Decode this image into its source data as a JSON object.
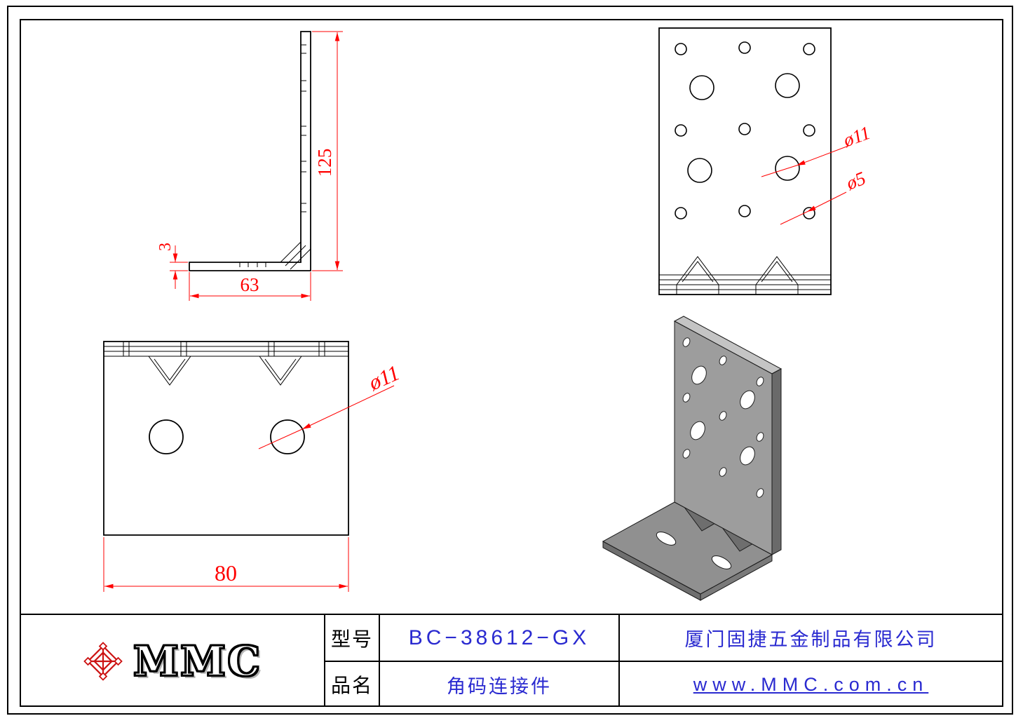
{
  "page": {
    "background": "#ffffff",
    "frame_color": "#000000"
  },
  "drawing": {
    "dimension_color": "#ff0000",
    "outline_color": "#000000",
    "iso_fill": "#9a9a9a",
    "side_view": {
      "height": "125",
      "width": "63",
      "thickness": "3"
    },
    "front_view": {
      "large_hole": "ø11",
      "small_hole": "ø5"
    },
    "top_view": {
      "width": "80",
      "hole": "ø11"
    }
  },
  "title_block": {
    "logo_text": "MMC",
    "model_label": "型号",
    "model_value": "BC−38612−GX",
    "name_label": "品名",
    "name_value": "角码连接件",
    "company": "厦门固捷五金制品有限公司",
    "website": "www.MMC.com.cn",
    "text_blue": "#2a2ad0",
    "logo_red": "#cc1111"
  }
}
